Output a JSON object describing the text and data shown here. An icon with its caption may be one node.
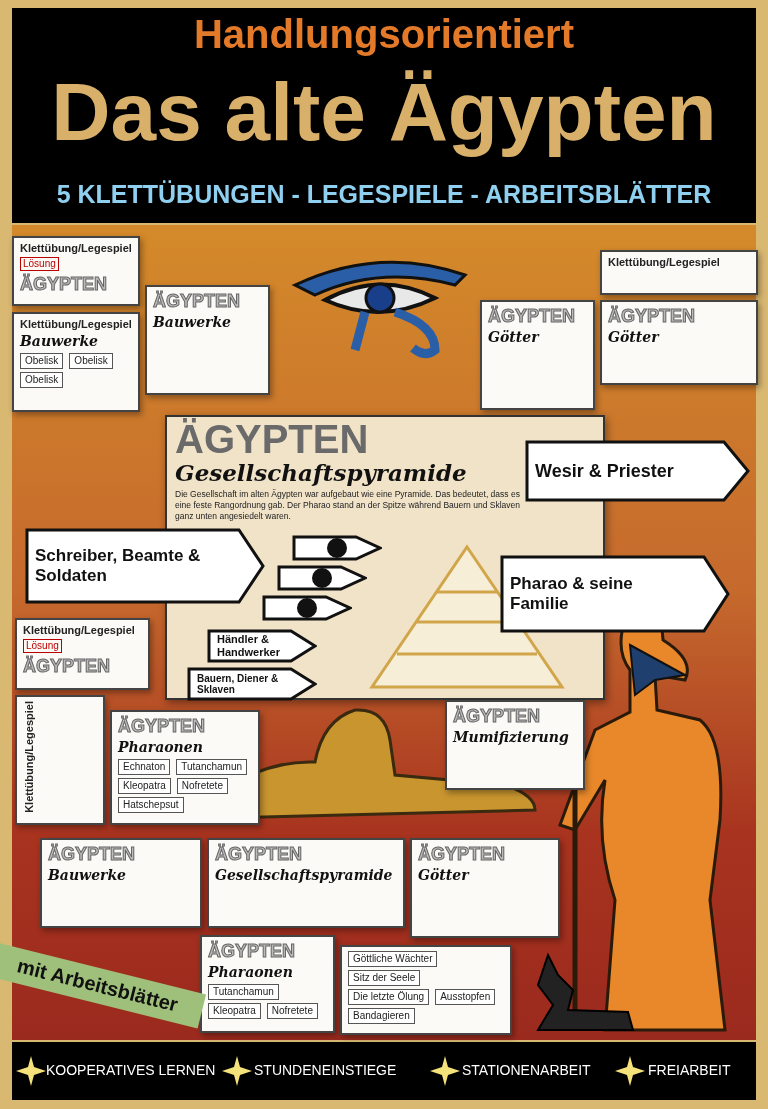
{
  "diagram": {
    "title": "Das alte Ägypten",
    "nodes": [
      {
        "text": [
          "Klettübung/Legespiel",
          "Lösung",
          "ÄGYPTEN"
        ]
      },
      {
        "text": [
          "Klettübung/Legespiel",
          "Bauwerke",
          "Obelisk",
          "Obelisk",
          "Obelisk"
        ]
      },
      {
        "text": [
          "ÄGYPTEN",
          "Bauwerke"
        ]
      },
      {
        "text": [
          "Klettübung/Legespiel"
        ]
      },
      {
        "text": [
          "ÄGYPTEN",
          "Götter"
        ]
      },
      {
        "text": [
          "ÄGYPTEN",
          "Götter"
        ]
      },
      {
        "text": [
          "ÄGYPTEN",
          "Gesellschaftspyramide",
          "Die Gesellschaft im alten Ägypten war aufgebaut wie eine Pyramide. Das bedeutet, dass es eine feste Rangordnung gab. Der Pharao stand an der Spitze während Bauern und Sklaven ganz unten angesiedelt waren."
        ]
      },
      {
        "text": [
          "Wesir & Priester"
        ]
      },
      {
        "text": [
          "Schreiber, Beamte & Soldaten"
        ]
      },
      {
        "text": [],
        "shape": "arrow",
        "in": 6
      },
      {
        "text": [],
        "shape": "arrow",
        "in": 6
      },
      {
        "text": [],
        "shape": "arrow",
        "in": 6
      },
      {
        "text": [
          "Pharao & seine Familie"
        ]
      },
      {
        "text": [
          "Händler & Handwerker"
        ],
        "in": 6
      },
      {
        "text": [
          "Bauern, Diener & Sklaven"
        ],
        "in": 6
      },
      {
        "text": [
          "Klettübung/Legespiel",
          "Lösung",
          "ÄGYPTEN"
        ]
      },
      {
        "text": [
          "Klettübung/Legespiel"
        ]
      },
      {
        "text": [
          "ÄGYPTEN",
          "Pharaonen",
          "Echnaton",
          "Tutanchamun",
          "Kleopatra",
          "Nofretete",
          "Hatschepsut"
        ]
      },
      {
        "text": [
          "ÄGYPTEN",
          "Mumifizierung"
        ]
      },
      {
        "text": [
          "ÄGYPTEN",
          "Bauwerke"
        ]
      },
      {
        "text": [
          "ÄGYPTEN",
          "Gesellschaftspyramide"
        ]
      },
      {
        "text": [
          "ÄGYPTEN",
          "Götter"
        ]
      },
      {
        "text": [
          "ÄGYPTEN",
          "Pharaonen",
          "Tutanchamun",
          "Kleopatra",
          "Nofretete"
        ]
      },
      {
        "text": [
          "Göttliche Wächter",
          "Sitz der Seele",
          "Die letzte Ölung",
          "Ausstopfen",
          "Bandagieren"
        ]
      }
    ],
    "labels": [
      "Handlungsorientiert",
      "5 KLETTÜBUNGEN - LEGESPIELE - ARBEITSBLÄTTER",
      "mit Arbeitsblätter",
      "KOOPERATIVES LERNEN",
      "STUNDENEINSTIEGE",
      "STATIONENARBEIT",
      "FREIARBEIT"
    ]
  }
}
